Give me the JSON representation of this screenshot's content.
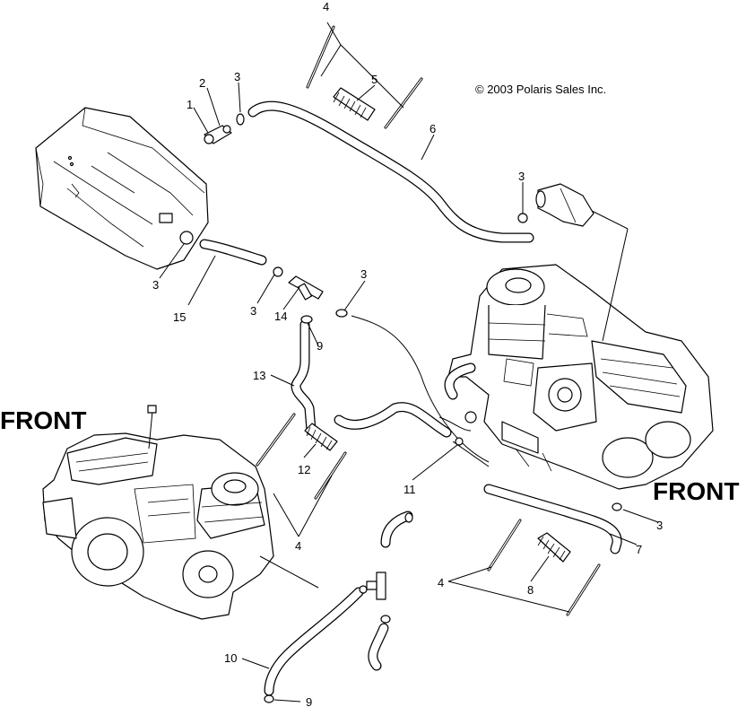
{
  "copyright": "© 2003 Polaris Sales Inc.",
  "front_labels": [
    "FRONT",
    "FRONT"
  ],
  "callouts": [
    "1",
    "2",
    "3",
    "3",
    "3",
    "3",
    "3",
    "3",
    "4",
    "4",
    "4",
    "5",
    "6",
    "7",
    "8",
    "9",
    "9",
    "10",
    "11",
    "12",
    "13",
    "14",
    "15"
  ]
}
